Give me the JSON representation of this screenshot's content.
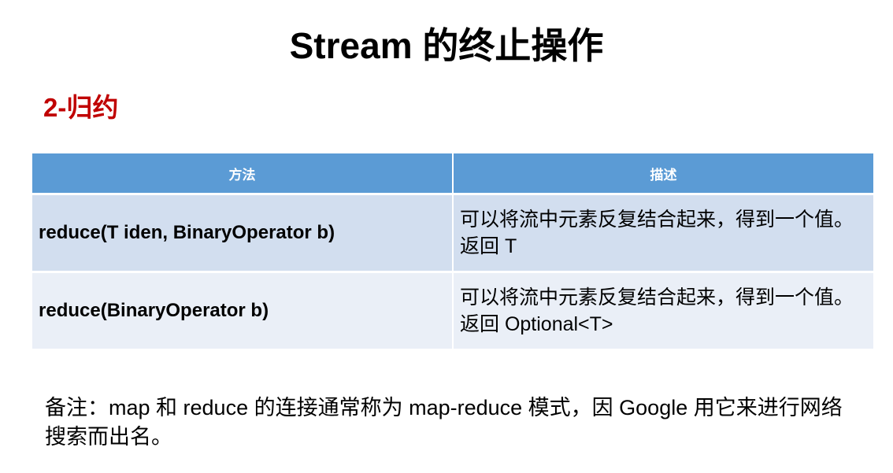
{
  "slide": {
    "title": "Stream 的终止操作",
    "section": "2-归约"
  },
  "table": {
    "headers": [
      "方法",
      "描述"
    ],
    "rows": [
      {
        "method": "reduce(T iden, BinaryOperator b)",
        "description": "可以将流中元素反复结合起来，得到一个值。返回 T"
      },
      {
        "method": "reduce(BinaryOperator b)",
        "description": "可以将流中元素反复结合起来，得到一个值。返回 Optional<T>"
      }
    ]
  },
  "note": "备注：map 和 reduce 的连接通常称为 map-reduce 模式，因 Google 用它来进行网络搜索而出名。",
  "colors": {
    "header_bg": "#5b9bd5",
    "row_bg": "#d2deef",
    "row_alt_bg": "#eaeff7",
    "section_color": "#c00000"
  }
}
